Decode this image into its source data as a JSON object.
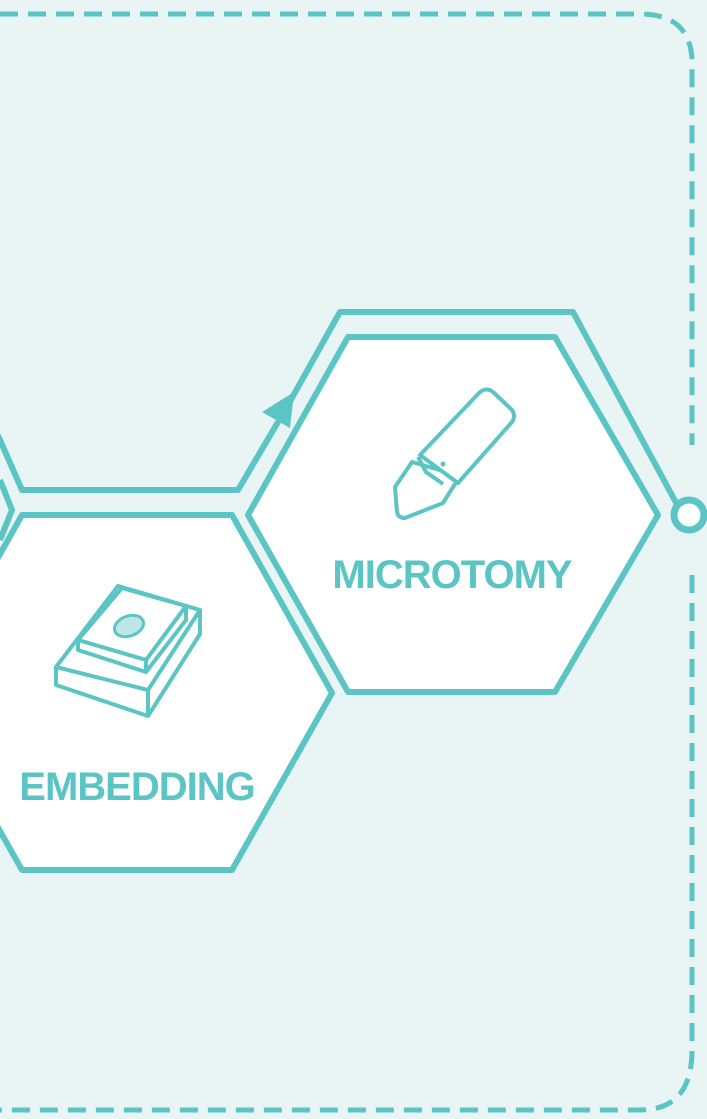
{
  "steps": [
    {
      "id": "embedding",
      "label": "EMBEDDING",
      "icon": "embedding-cassette-icon"
    },
    {
      "id": "microtomy",
      "label": "MICROTOMY",
      "icon": "microtome-blade-icon"
    }
  ],
  "colors": {
    "background": "#e9f4f5",
    "accent": "#5bc4c4",
    "hexagon_fill": "#ffffff",
    "connector_node_fill": "#ffffff"
  }
}
